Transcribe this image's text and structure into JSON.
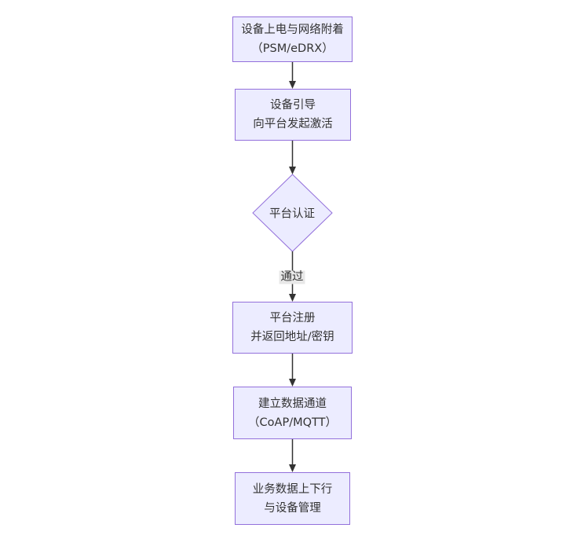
{
  "diagram": {
    "type": "flowchart",
    "direction": "top-down",
    "nodes": [
      {
        "id": "power-on-attach",
        "shape": "rect",
        "lines": [
          "设备上电与网络附着",
          "（PSM/eDRX）"
        ]
      },
      {
        "id": "device-bootstrap",
        "shape": "rect",
        "lines": [
          "设备引导",
          "向平台发起激活"
        ]
      },
      {
        "id": "platform-auth",
        "shape": "diamond",
        "lines": [
          "平台认证"
        ]
      },
      {
        "id": "platform-register",
        "shape": "rect",
        "lines": [
          "平台注册",
          "并返回地址/密钥"
        ]
      },
      {
        "id": "data-channel",
        "shape": "rect",
        "lines": [
          "建立数据通道",
          "（CoAP/MQTT）"
        ]
      },
      {
        "id": "business-data",
        "shape": "rect",
        "lines": [
          "业务数据上下行",
          "与设备管理"
        ]
      }
    ],
    "edges": [
      {
        "from": "power-on-attach",
        "to": "device-bootstrap",
        "label": ""
      },
      {
        "from": "device-bootstrap",
        "to": "platform-auth",
        "label": ""
      },
      {
        "from": "platform-auth",
        "to": "platform-register",
        "label": "通过"
      },
      {
        "from": "platform-register",
        "to": "data-channel",
        "label": ""
      },
      {
        "from": "data-channel",
        "to": "business-data",
        "label": ""
      }
    ],
    "colors": {
      "node_fill": "#ECECFF",
      "node_border": "#9370DB",
      "text": "#333333",
      "arrow": "#333333",
      "edge_label_bg": "#e8e8e8",
      "background": "#ffffff"
    }
  }
}
